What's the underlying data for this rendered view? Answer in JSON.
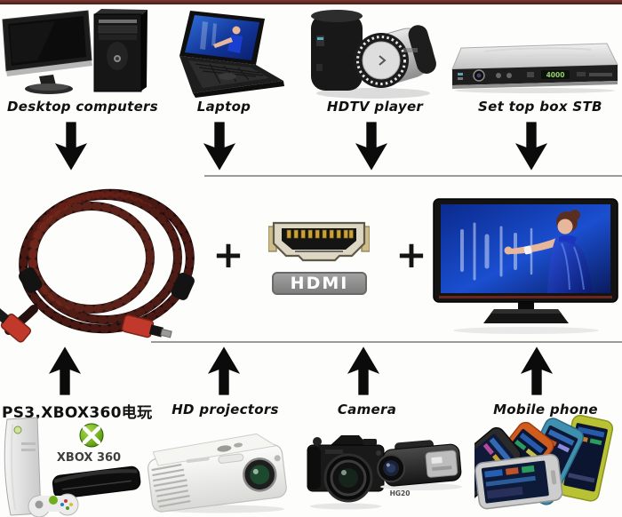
{
  "header": {
    "bar_color": "#5a241d"
  },
  "top_row": [
    {
      "label": "Desktop computers"
    },
    {
      "label": "Laptop"
    },
    {
      "label": "HDTV player"
    },
    {
      "label": "Set top box STB"
    }
  ],
  "center": {
    "plus_left": "+",
    "plus_right": "+",
    "hdmi_badge": "HDMI"
  },
  "bottom_row": [
    {
      "label": "PS3,XBOX360电玩"
    },
    {
      "label": "HD projectors"
    },
    {
      "label": "Camera"
    },
    {
      "label": "Mobile phone"
    }
  ],
  "device_text": {
    "xbox_logo": "XBOX 360",
    "stb_display": "4000",
    "camcorder_model": "HG20"
  },
  "colors": {
    "arrow": "#0b0b0b",
    "divider_line": "#9b9b9b",
    "label_text": "#111111",
    "cable_dark": "#1f0e0d",
    "cable_red": "#7a2619",
    "connector_red": "#c0392b",
    "hdmi_badge_bg": "#8f8f8f",
    "tv_screen_blue": "#1440b8",
    "xbox_green": "#6fae1c"
  }
}
